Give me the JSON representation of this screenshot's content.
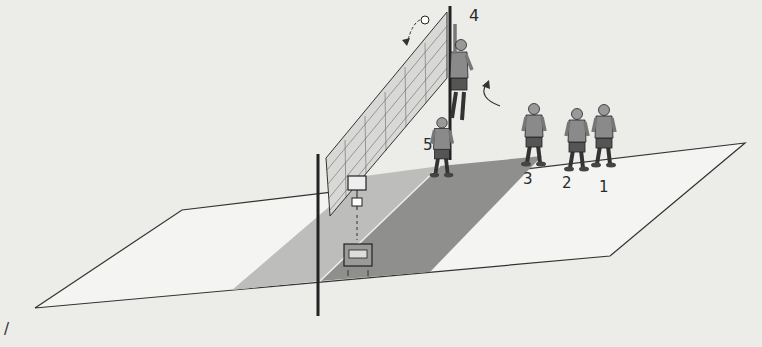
{
  "diagram": {
    "labels": [
      "4",
      "5",
      "3",
      "2",
      "1",
      "/"
    ]
  }
}
